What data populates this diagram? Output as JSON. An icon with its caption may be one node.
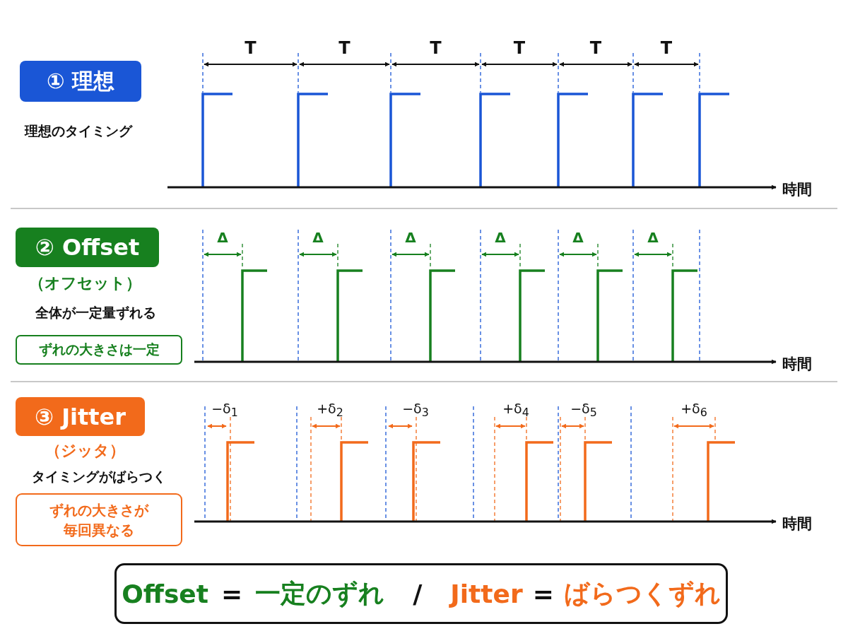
{
  "diagram": {
    "nodes": [
      {
        "text": [
          "① 理想"
        ]
      },
      {
        "text": [
          "② Offset"
        ]
      },
      {
        "text": [
          "ずれの大きさは一定"
        ]
      },
      {
        "text": [
          "③ Jitter"
        ]
      },
      {
        "text": [
          "ずれの大きさが毎回異なる"
        ]
      },
      {
        "text": [
          "Offset",
          "=",
          "一定のずれ",
          "/",
          "Jitter",
          "=",
          "ばらつくずれ"
        ]
      }
    ],
    "edges": [],
    "labels": [
      "T",
      "T",
      "T",
      "T",
      "T",
      "T",
      "理想のタイミング",
      "時間",
      "（オフセット）",
      "全体が一定量ずれる",
      "Δ",
      "Δ",
      "Δ",
      "Δ",
      "Δ",
      "Δ",
      "時間",
      "（ジッタ）",
      "タイミングがばらつく",
      "−δ$_{1}$",
      "+δ$_{2}$",
      "−δ$_{3}$",
      "+δ$_{4}$",
      "−δ$_{5}$",
      "+δ$_{6}$",
      "時間"
    ]
  }
}
